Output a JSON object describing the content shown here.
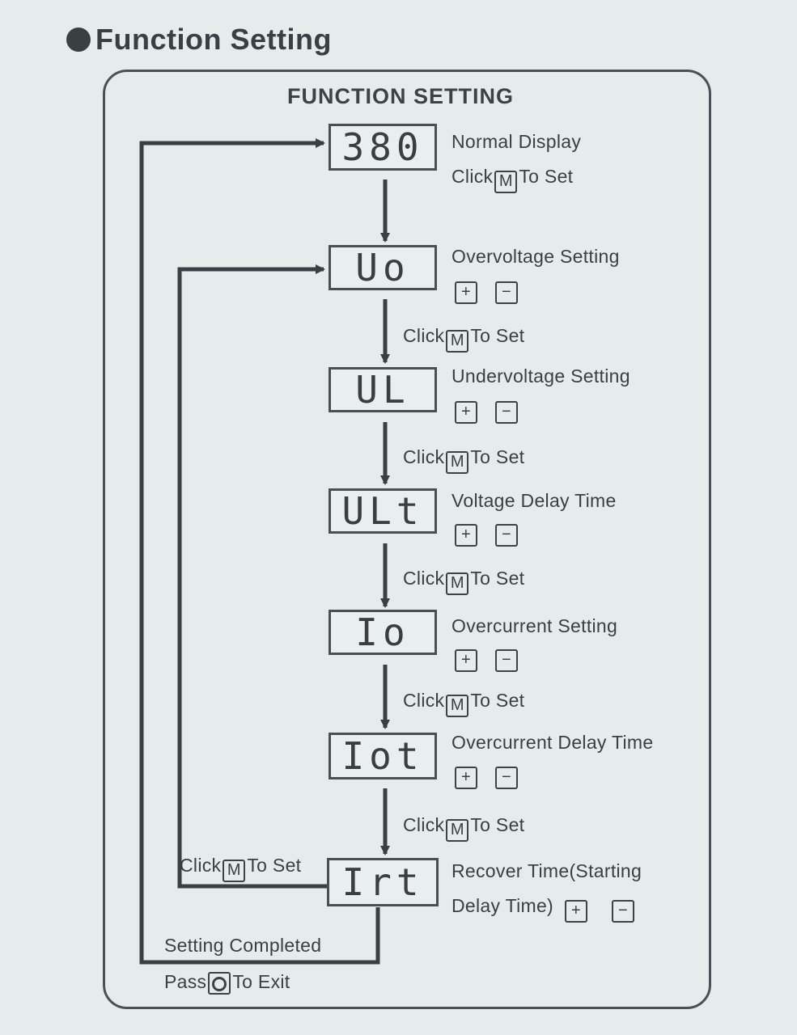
{
  "header": {
    "title": "Function Setting"
  },
  "diagram": {
    "title": "FUNCTION SETTING",
    "key_m": "M",
    "key_plus": "+",
    "key_minus": "−",
    "steps": [
      {
        "display": "380",
        "label": "Normal Display",
        "click_prefix": "Click",
        "click_suffix": "To Set"
      },
      {
        "display": "Uo",
        "label": "Overvoltage  Setting"
      },
      {
        "display": "UL",
        "label": "Undervoltage  Setting"
      },
      {
        "display": "ULt",
        "label": "Voltage  Delay  Time"
      },
      {
        "display": "Io",
        "label": "Overcurrent  Setting"
      },
      {
        "display": "Iot",
        "label": "Overcurrent Delay Time"
      },
      {
        "display": "Irt",
        "label_line1": "Recover  Time(Starting",
        "label_line2": "Delay Time)"
      }
    ],
    "between_click": {
      "prefix": "Click",
      "suffix": "To Set"
    },
    "loop_click": {
      "prefix": "Click",
      "suffix": "To Set"
    },
    "completed": "Setting  Completed",
    "exit": {
      "prefix": "Pass",
      "suffix": "To Exit"
    }
  }
}
